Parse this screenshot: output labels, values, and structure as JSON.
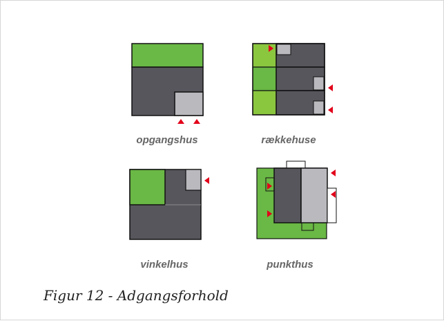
{
  "panels": [
    {
      "label": "opgangshus"
    },
    {
      "label": "rækkehuse"
    },
    {
      "label": "vinkelhus"
    },
    {
      "label": "punkthus"
    }
  ],
  "caption": "Figur 12 - Adgangsforhold",
  "colors": {
    "building": "#56565c",
    "green": "#6ab845",
    "light_green": "#8bc63f",
    "stair": "#b9b9be",
    "arrow": "#e2001a"
  }
}
